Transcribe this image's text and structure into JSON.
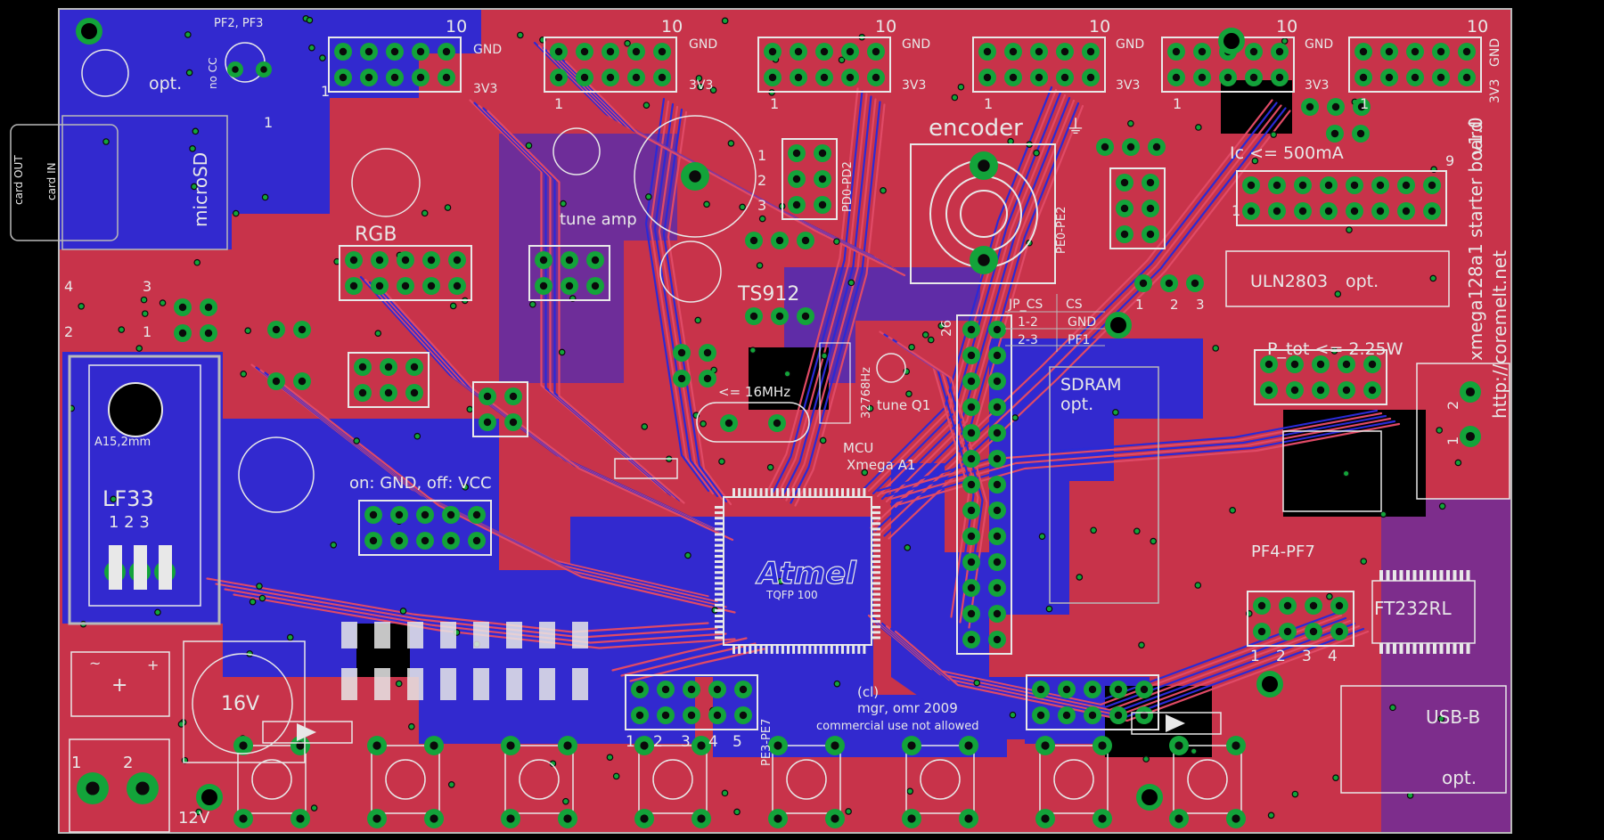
{
  "board": {
    "title": "xmega128a1 starter board",
    "version": "v1.0",
    "url": "http://coremelt.net",
    "credit": [
      "(cl)",
      "mgr, omr 2009",
      "commercial use not allowed"
    ],
    "colors": {
      "background": "#000000",
      "top_copper": "#c8334a",
      "bottom_copper": "#2b2ad6",
      "pad": "#13a33a",
      "silkscreen": "#e8e8e8",
      "outline": "#b9b9b9"
    }
  },
  "labels": {
    "card_out": "card OUT",
    "card_in": "card IN",
    "microsd": "microSD",
    "opt": "opt.",
    "pf2_pf3": "PF2, PF3",
    "no_cc": "no CC",
    "three_b": "3",
    "one_b": "1",
    "three_a": "3",
    "one_a": "1",
    "rgb": "RGB",
    "tune_amp": "tune amp",
    "encoder": "encoder",
    "pd0_pd2": "PD0-PD2",
    "pe0_pe2": "PE0-PE2",
    "ic_max": "Ic <= 500mA",
    "uln": "ULN2803",
    "uln_opt": "opt.",
    "ptot": "P_tot <= 2.25W",
    "ts912": "TS912",
    "jp_cs": "JP_CS",
    "cs": "CS",
    "jp_row1_a": "1-2",
    "jp_row1_b": "GND",
    "jp_row2_a": "2-3",
    "jp_row2_b": "PF1",
    "num_26": "26",
    "sdram": "SDRAM",
    "sdram_opt": "opt.",
    "freq": "<= 16MHz",
    "xtal": "32768Hz",
    "tune_q1": "tune Q1",
    "mcu": "MCU",
    "mcu_name": "Xmega A1",
    "on_off": "on: GND, off: VCC",
    "atmel": "Atmel",
    "tqfp": "TQFP 100",
    "lf33": "LF33",
    "a15": "A15,2mm",
    "lf33_pins": "1 2 3",
    "v16": "16V",
    "v12": "12V",
    "conn_12v_1": "1",
    "conn_12v_2": "2",
    "pf4_pf7": "PF4-PF7",
    "ft232": "FT232RL",
    "usb_b": "USB-B",
    "usb_opt": "opt.",
    "pe3_pe7": "PE3-PE7",
    "pe_pins": [
      "1",
      "2",
      "3",
      "4",
      "5"
    ],
    "pf_pins": [
      "1",
      "2",
      "3",
      "4"
    ],
    "tri_pins": [
      "1",
      "2",
      "3"
    ],
    "gnd": "GND",
    "v3v3": "3V3",
    "ten": "10",
    "one": "1",
    "nine": "9",
    "mini_1": "1",
    "mini_2": "2",
    "mini_3": "3",
    "left_2": "2",
    "left_1": "1",
    "left_4": "4",
    "left_3": "3",
    "reg_1": "1",
    "reg_2": "2",
    "reg_3": "3"
  },
  "headers_top": [
    {
      "id": "h1"
    },
    {
      "id": "h2"
    },
    {
      "id": "h3"
    },
    {
      "id": "h4"
    },
    {
      "id": "h5"
    },
    {
      "id": "h6"
    }
  ]
}
